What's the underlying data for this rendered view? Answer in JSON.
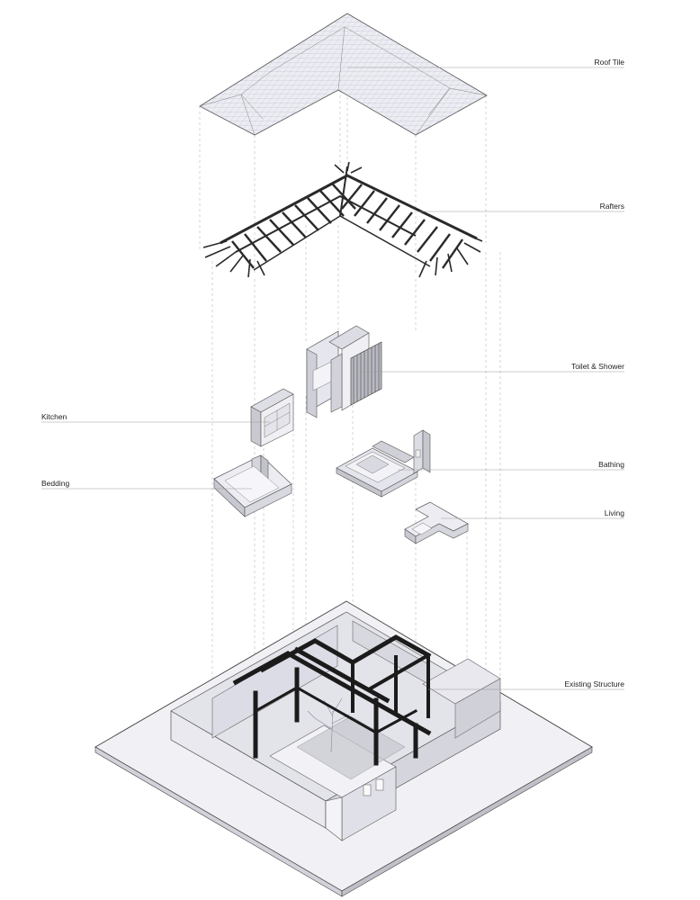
{
  "labels": {
    "roof_tile": "Roof Tile",
    "rafters": "Rafters",
    "toilet_shower": "Toilet & Shower",
    "kitchen": "Kitchen",
    "bathing": "Bathing",
    "bedding": "Bedding",
    "living": "Living",
    "existing_structure": "Existing Structure"
  },
  "colors": {
    "surface_light": "#eeeef2",
    "surface_mid": "#d9d9e0",
    "surface_dark": "#bdbdc6",
    "frame_black": "#1b1b1b"
  }
}
